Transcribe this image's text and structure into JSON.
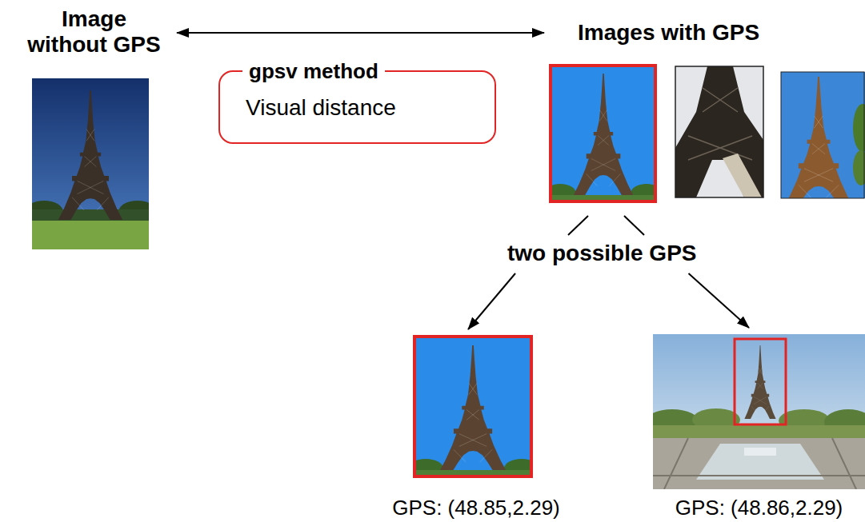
{
  "diagram": {
    "nodes": [
      {
        "text": [
          "Image without GPS"
        ]
      },
      {
        "text": [
          "gpsv method",
          "Visual distance"
        ]
      },
      {
        "text": [
          "Images with GPS"
        ]
      },
      {
        "text": [
          "two possible GPS"
        ]
      },
      {
        "text": [
          "GPS: (48.85,2.29)"
        ]
      },
      {
        "text": [
          "GPS: (48.86,2.29)"
        ]
      }
    ],
    "edges": [
      {
        "from": 0,
        "to": 2,
        "arrow": "both"
      },
      {
        "from": 2,
        "to": 3,
        "arrow": "none"
      },
      {
        "from": 3,
        "to": 4,
        "arrow": "to"
      },
      {
        "from": 3,
        "to": 5,
        "arrow": "to"
      }
    ]
  }
}
